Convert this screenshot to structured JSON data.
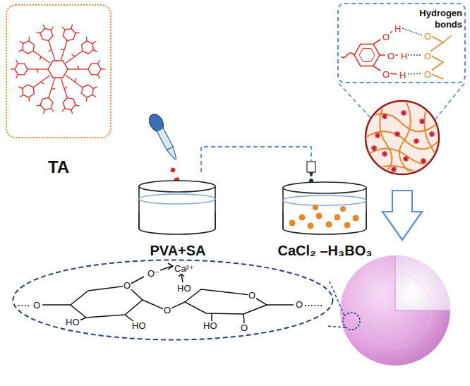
{
  "diagram": {
    "nodes": [
      {
        "text": [
          "TA"
        ]
      },
      {
        "text": [
          "PVA+SA"
        ]
      },
      {
        "text": [
          "CaCl₂ –H₃BO₃"
        ]
      },
      {
        "text": [
          "Hydrogen bonds",
          "O",
          "H",
          "O",
          "H",
          "O",
          "H",
          "O",
          "O",
          "O"
        ]
      },
      {
        "text": [
          "Ca²⁺",
          "O⁻",
          "O",
          "HO",
          "O",
          "HO",
          "HO",
          "O",
          "O",
          "HO",
          "O",
          "O"
        ]
      }
    ],
    "edges": [
      {
        "from": 1,
        "to": 2,
        "arrow": "none"
      }
    ]
  }
}
